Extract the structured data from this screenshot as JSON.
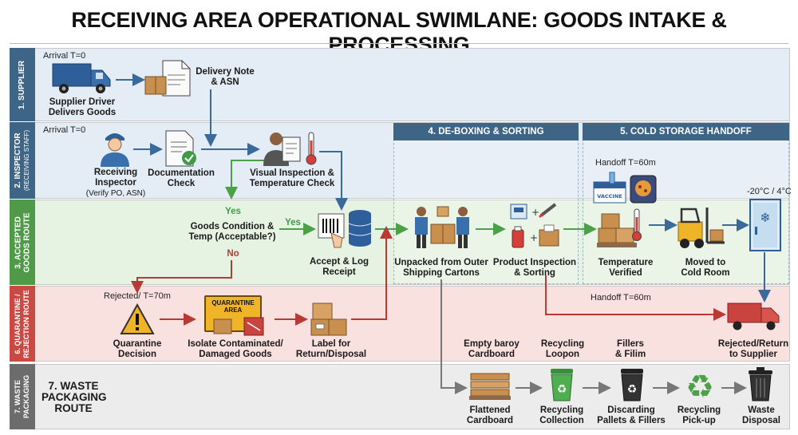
{
  "title": "RECEIVING AREA OPERATIONAL SWIMLANE: GOODS INTAKE & PROCESSING",
  "lanes": {
    "supplier": "1. SUPPLIER",
    "inspector": "2. INSPECTOR",
    "inspector_sub": "(RECEIVING STAFF)",
    "accepted_1": "3. ACCEPTED",
    "accepted_2": "GOODS ROUTE",
    "quarantine_1": "6. QUARANTINE /",
    "quarantine_2": "REJECTION ROUTE",
    "waste_1": "7. WASTE",
    "waste_2": "PACKAGING"
  },
  "sections": {
    "deboxing": "4. DE-BOXING & SORTING",
    "cold": "5. COLD STORAGE HANDOFF",
    "waste_1": "7. WASTE",
    "waste_2": "PACKAGING",
    "waste_3": "ROUTE"
  },
  "times": {
    "arrival_supplier": "Arrival T=0",
    "arrival_inspector": "Arrival T=0",
    "handoff_cold": "Handoff T=60m",
    "rejected": "Rejected/ T=70m",
    "handoff_reject": "Handoff T=60m",
    "temp_range": "-20°C / 4°C"
  },
  "nodes": {
    "driver_1": "Supplier Driver",
    "driver_2": "Delivers Goods",
    "note_1": "Delivery Note",
    "note_2": "& ASN",
    "receiving_1": "Receiving",
    "receiving_2": "Inspector",
    "receiving_3": "(Verify PO, ASN)",
    "doc_1": "Documentation",
    "doc_2": "Check",
    "visual_1": "Visual Inspection &",
    "visual_2": "Temperature Check",
    "yes_1": "Yes",
    "cond_1": "Goods Condition &",
    "cond_2": "Temp (Acceptable?)",
    "yes_2": "Yes",
    "no": "No",
    "accept_1": "Accept & Log",
    "accept_2": "Receipt",
    "unpack_1": "Unpacked from Outer",
    "unpack_2": "Shipping Cartons",
    "prodinsp_1": "Product Inspection",
    "prodinsp_2": "& Sorting",
    "tempver_1": "Temperature",
    "tempver_2": "Verified",
    "moved_1": "Moved to",
    "moved_2": "Cold Room",
    "quar_1": "Quarantine",
    "quar_2": "Decision",
    "quar_sign_1": "QUARANTINE",
    "quar_sign_2": "AREA",
    "isolate_1": "Isolate Contaminated/",
    "isolate_2": "Damaged Goods",
    "label_1": "Label for",
    "label_2": "Return/Disposal",
    "rejret_1": "Rejected/Return",
    "rejret_2": "to Supplier",
    "empty_1": "Empty baroy",
    "empty_2": "Cardboard",
    "recloop_1": "Recycling",
    "recloop_2": "Loopon",
    "fillers_1": "Fillers",
    "fillers_2": "& Filim",
    "flat_1": "Flattened",
    "flat_2": "Cardboard",
    "reccol_1": "Recycling",
    "reccol_2": "Collection",
    "disc_1": "Discarding",
    "disc_2": "Pallets & Fillers",
    "pickup_1": "Recycling",
    "pickup_2": "Pick-up",
    "wastedisp_1": "Waste",
    "wastedisp_2": "Disposal",
    "vaccine": "VACCINE"
  },
  "colors": {
    "supplier_bg": "#e4ecf5",
    "inspector_bg": "#e4ecf5",
    "accepted_bg": "#e6f3e3",
    "quarantine_bg": "#f9e1e0",
    "waste_bg": "#ececec",
    "tab_blue": "#3e6585",
    "tab_green": "#4f9a48",
    "tab_red": "#c94a44",
    "tab_gray": "#6c6c6c",
    "arrow_blue": "#3a6a9c",
    "arrow_green": "#4ba048",
    "arrow_red": "#b83a35",
    "arrow_gray": "#777777"
  }
}
